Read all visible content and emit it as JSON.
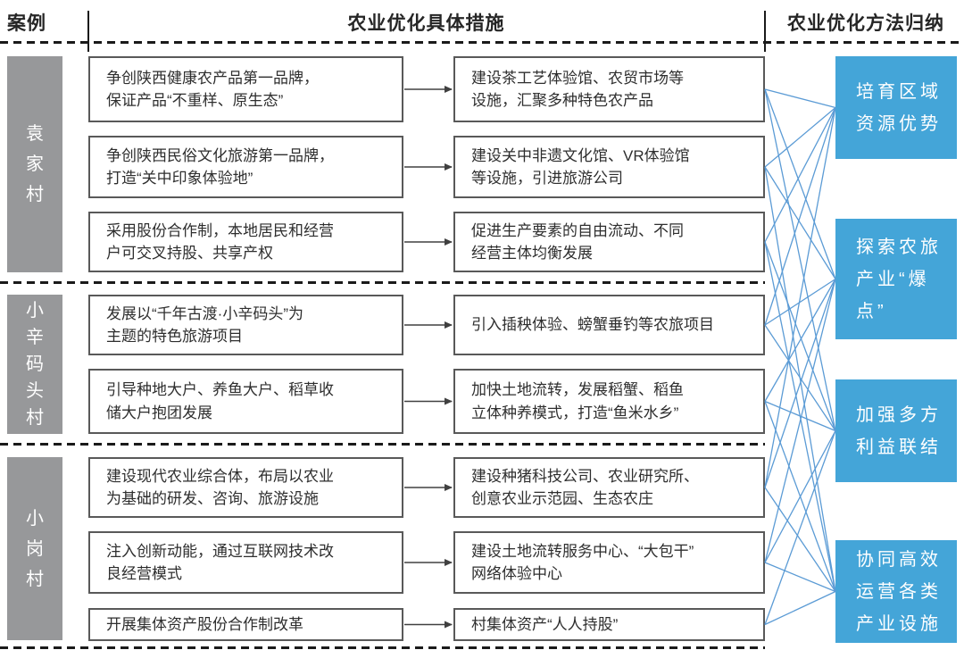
{
  "header": {
    "col_case": "案例",
    "col_measures": "农业优化具体措施",
    "col_methods": "农业优化方法归纳"
  },
  "cases": [
    {
      "name": "袁家村",
      "rows": [
        {
          "measure": "争创陕西健康农产品第一品牌，\n保证产品“不重样、原生态”",
          "result": "建设茶工艺体验馆、农贸市场等\n设施，汇聚多种特色农产品"
        },
        {
          "measure": "争创陕西民俗文化旅游第一品牌，\n打造“关中印象体验地”",
          "result": "建设关中非遗文化馆、VR体验馆\n等设施，引进旅游公司"
        },
        {
          "measure": "采用股份合作制，本地居民和经营\n户可交叉持股、共享产权",
          "result": "促进生产要素的自由流动、不同\n经营主体均衡发展"
        }
      ]
    },
    {
      "name": "小辛码头村",
      "rows": [
        {
          "measure": "发展以“千年古渡·小辛码头”为\n主题的特色旅游项目",
          "result": "引入插秧体验、螃蟹垂钓等农旅项目"
        },
        {
          "measure": "引导种地大户、养鱼大户、稻草收\n储大户抱团发展",
          "result": "加快土地流转，发展稻蟹、稻鱼\n立体种养模式，打造“鱼米水乡”"
        }
      ]
    },
    {
      "name": "小岗村",
      "rows": [
        {
          "measure": "建设现代农业综合体，布局以农业\n为基础的研发、咨询、旅游设施",
          "result": "建设种猪科技公司、农业研究所、\n创意农业示范园、生态农庄"
        },
        {
          "measure": "注入创新动能，通过互联网技术改\n良经营模式",
          "result": "建设土地流转服务中心、“大包干”\n网络体验中心"
        },
        {
          "measure": "开展集体资产股份合作制改革",
          "result": "村集体资产“人人持股”"
        }
      ]
    }
  ],
  "methods": [
    "培育区域\n资源优势",
    "探索农旅\n产业“爆\n点”",
    "加强多方\n利益联结",
    "协同高效\n运营各类\n产业设施"
  ],
  "connections": [
    [
      0,
      0
    ],
    [
      0,
      1
    ],
    [
      0,
      2
    ],
    [
      1,
      0
    ],
    [
      1,
      1
    ],
    [
      1,
      3
    ],
    [
      2,
      0
    ],
    [
      2,
      2
    ],
    [
      2,
      3
    ],
    [
      3,
      0
    ],
    [
      3,
      1
    ],
    [
      3,
      2
    ],
    [
      4,
      1
    ],
    [
      4,
      2
    ],
    [
      4,
      3
    ],
    [
      5,
      0
    ],
    [
      5,
      1
    ],
    [
      5,
      3
    ],
    [
      6,
      1
    ],
    [
      6,
      2
    ],
    [
      6,
      3
    ],
    [
      7,
      2
    ],
    [
      7,
      3
    ]
  ],
  "colors": {
    "case_box": "#97989A",
    "method_box": "#44A5D8",
    "connector": "#5B9BD5",
    "arrow": "#404040",
    "box_border": "#595959"
  }
}
